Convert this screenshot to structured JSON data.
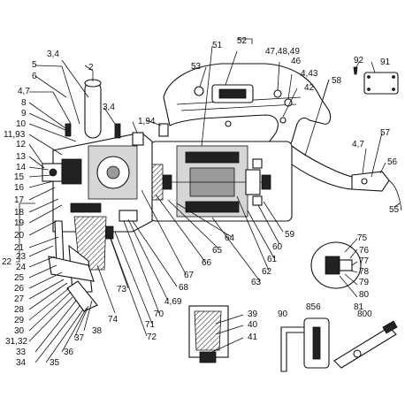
{
  "labels": {
    "l2": "2",
    "l3_4a": "3,4",
    "l5": "5",
    "l6": "6",
    "l4_7a": "4,7",
    "l8": "8",
    "l9": "9",
    "l10": "10",
    "l11_93": "11,93",
    "l12": "12",
    "l13": "13",
    "l14": "14",
    "l15": "15",
    "l16": "16",
    "l17": "17",
    "l18": "18",
    "l19": "19",
    "l20": "20",
    "l21": "21",
    "l22": "22",
    "l23": "23",
    "l24": "24",
    "l25": "25",
    "l26": "26",
    "l27": "27",
    "l28": "28",
    "l29": "29",
    "l30": "30",
    "l31_32": "31,32",
    "l33": "33",
    "l34": "34",
    "l35": "35",
    "l36": "36",
    "l37": "37",
    "l38": "38",
    "l3_4b": "3,4",
    "l1_94": "1,94",
    "l51": "51",
    "l52": "52",
    "l47_48_49": "47,48,49",
    "l53": "53",
    "l46": "46",
    "l4_43": "4,43",
    "l42": "42",
    "l58": "58",
    "l92": "92",
    "l91": "91",
    "l4_7b": "4,7",
    "l57": "57",
    "l56": "56",
    "l55": "55",
    "l59": "59",
    "l60": "60",
    "l61": "61",
    "l62": "62",
    "l63": "63",
    "l64": "64",
    "l65": "65",
    "l66": "66",
    "l67": "67",
    "l68": "68",
    "l4_69": "4,69",
    "l70": "70",
    "l71": "71",
    "l72": "72",
    "l73": "73",
    "l74": "74",
    "l39": "39",
    "l40": "40",
    "l41": "41",
    "l90": "90",
    "l856": "856",
    "l800": "800",
    "l75": "75",
    "l76": "76",
    "l77": "77",
    "l78": "78",
    "l79": "79",
    "l80": "80",
    "l81": "81"
  }
}
